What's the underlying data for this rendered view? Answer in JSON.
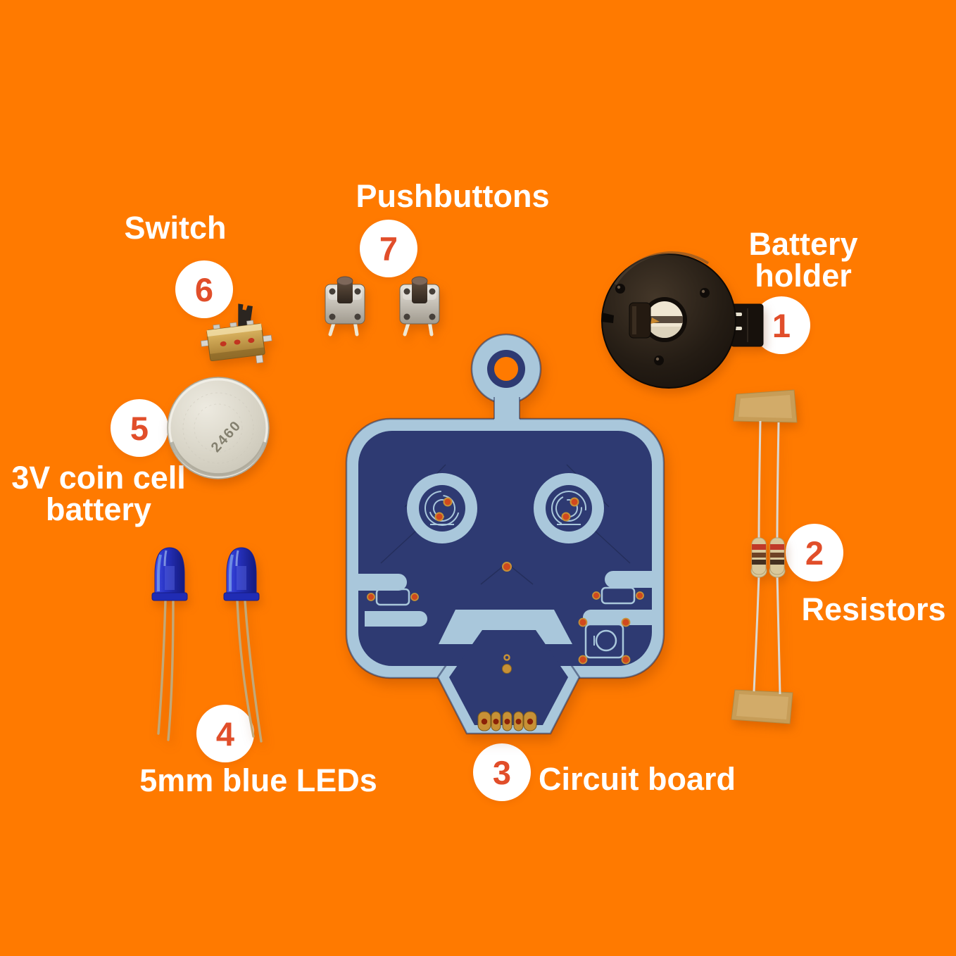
{
  "palette": {
    "background": "#FF7A00",
    "label_text": "#FFFFFF",
    "badge_background": "#FFFFFF",
    "badge_number": "#E14E2A",
    "pcb_navy": "#2E3A72",
    "pcb_silkscreen": "#A9C7DB",
    "pcb_pad_orange": "#D0491E",
    "pcb_pad_gold": "#C79136"
  },
  "parts": {
    "battery_holder": {
      "number": "1",
      "line1": "Battery",
      "line2": "holder"
    },
    "resistors": {
      "number": "2",
      "label": "Resistors"
    },
    "circuit_board": {
      "number": "3",
      "label": "Circuit board"
    },
    "leds": {
      "number": "4",
      "label": "5mm blue LEDs"
    },
    "coin_cell": {
      "number": "5",
      "line1": "3V coin cell",
      "line2": "battery",
      "marking": "2460"
    },
    "switch": {
      "number": "6",
      "label": "Switch"
    },
    "pushbuttons": {
      "number": "7",
      "label": "Pushbuttons"
    }
  }
}
